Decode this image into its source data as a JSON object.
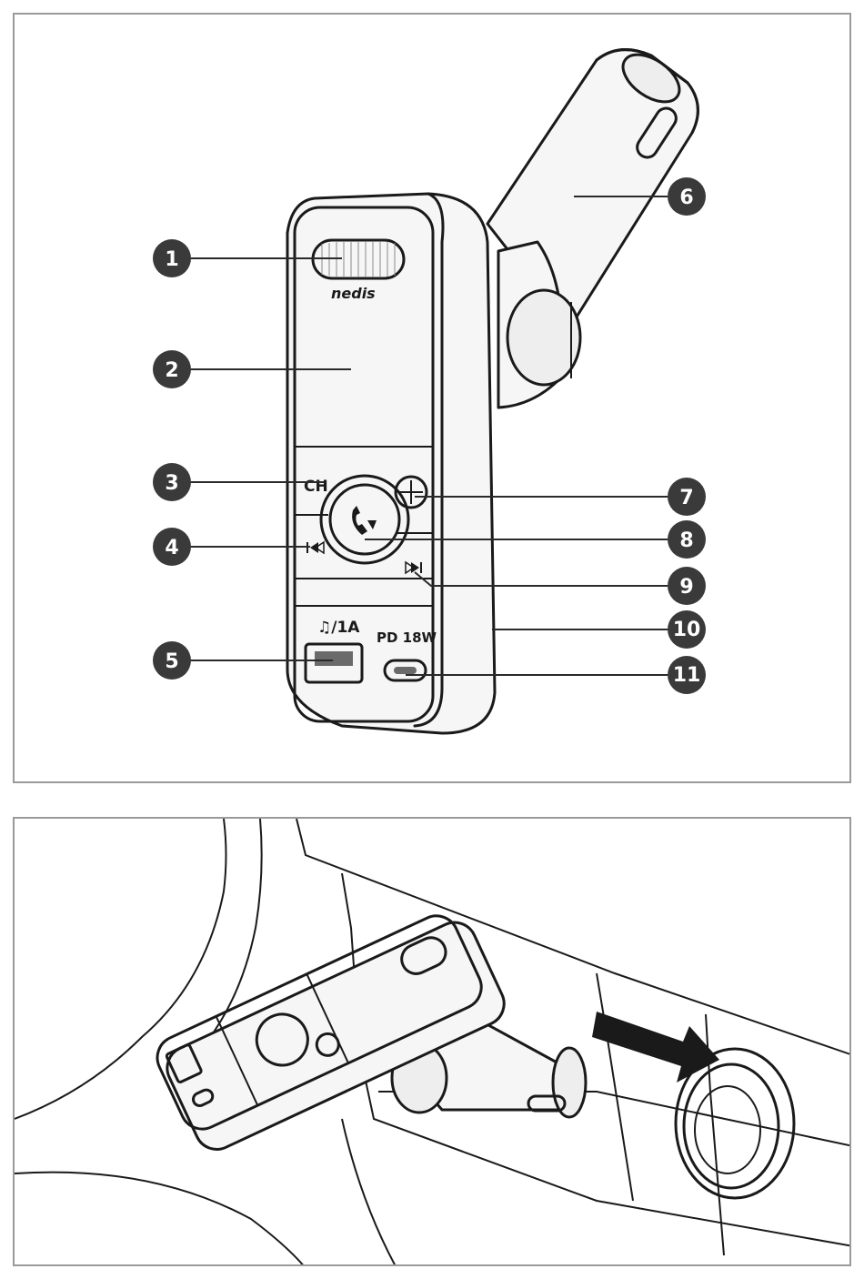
{
  "device": {
    "brand": "nedis",
    "button_ch": "CH",
    "usb_a_label": "♫/1A",
    "usb_c_label": "PD 18W"
  },
  "callouts": [
    "1",
    "2",
    "3",
    "4",
    "5",
    "6",
    "7",
    "8",
    "9",
    "10",
    "11"
  ]
}
